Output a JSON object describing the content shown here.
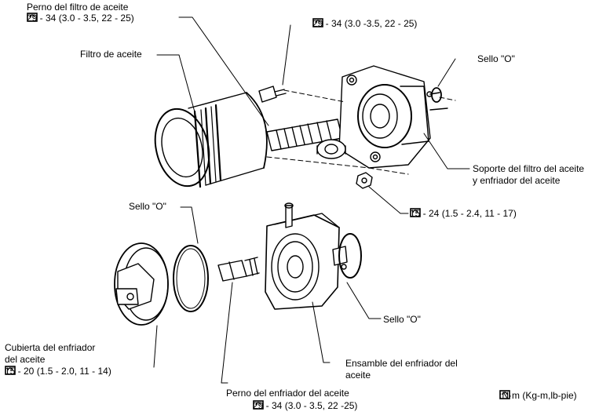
{
  "colors": {
    "ink": "#000000",
    "paper": "#ffffff"
  },
  "torque_icon": "torque-wrench-icon",
  "labels": {
    "oil_filter_bolt": "Perno del filtro de aceite",
    "oil_filter_bolt_torque": "29 - 34 (3.0 - 3.5, 22 - 25)",
    "top_bolt_torque": "29 - 34 (3.0 -3.5, 22 - 25)",
    "oil_filter": "Filtro de aceite",
    "o_ring_top": "Sello \"O\"",
    "bracket_line1": "Soporte del filtro del aceite",
    "bracket_line2": "y enfriador del aceite",
    "nut_torque": "15 - 24 (1.5 - 2.4, 11 - 17)",
    "o_ring_left": "Sello \"O\"",
    "o_ring_right": "Sello \"O\"",
    "cover_line1": "Cubierta del enfriador",
    "cover_line2": "del aceite",
    "cover_torque": "15 - 20 (1.5 - 2.0, 11 - 14)",
    "cooler_assembly_line1": "Ensamble del enfriador del",
    "cooler_assembly_line2": "aceite",
    "cooler_bolt": "Perno del enfriador del aceite",
    "cooler_bolt_torque": "29 - 34 (3.0 - 3.5, 22 -25)",
    "units_legend": ":N·m (Kg-m,lb-pie)"
  }
}
